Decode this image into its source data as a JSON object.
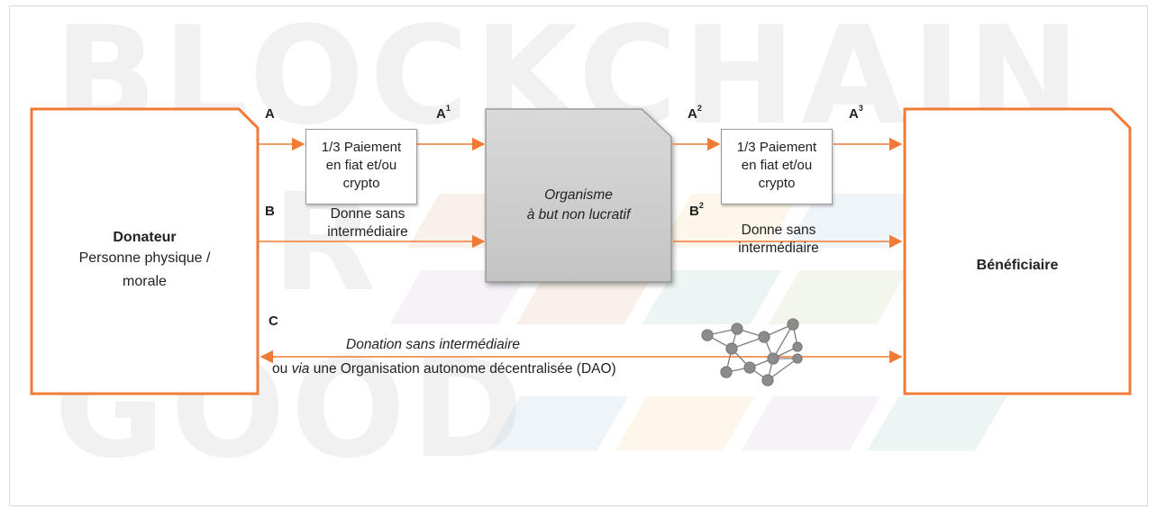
{
  "watermark": {
    "line1": "BLOCKCHAIN",
    "line2": "FOR",
    "line3": "GOOD"
  },
  "colors": {
    "accent": "#f07b35",
    "org_fill": "#d0d0d0",
    "node": "#888888"
  },
  "donor": {
    "title": "Donateur",
    "line1": "Personne physique /",
    "line2": "morale"
  },
  "beneficiary": {
    "title": "Bénéficiaire"
  },
  "organization": {
    "line1": "Organisme",
    "line2": "à but non lucratif"
  },
  "labels": {
    "A": "A",
    "A1": "A",
    "A1_sup": "1",
    "A2": "A",
    "A2_sup": "2",
    "A3": "A",
    "A3_sup": "3",
    "B": "B",
    "B2": "B",
    "B2_sup": "2",
    "C": "C"
  },
  "payment_box": {
    "line1": "1/3 Paiement",
    "line2": "en fiat et/ou",
    "line3": "crypto"
  },
  "direct_gift": {
    "line1": "Donne sans",
    "line2": "intermédiaire"
  },
  "dao_text": {
    "line1": "Donation sans intermédiaire",
    "line2_prefix": "ou ",
    "line2_italic": "via",
    "line2_suffix": " une Organisation autonome décentralisée (DAO)"
  },
  "icons": {
    "network": "blockchain-network-icon"
  }
}
